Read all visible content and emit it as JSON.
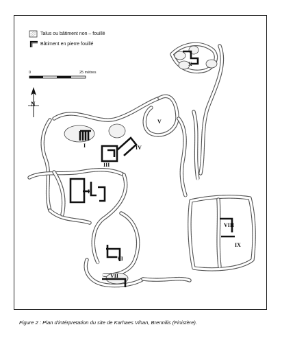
{
  "legend": {
    "items": [
      {
        "icon": "unexcavated-bank-icon",
        "label": "Talus ou bâtiment non – fouillé"
      },
      {
        "icon": "excavated-stone-building-icon",
        "label": "Bâtiment en pierre fouillé"
      }
    ]
  },
  "scale_bar": {
    "start_label": "0",
    "end_label": "25 mètres"
  },
  "north_arrow": {
    "label": "N"
  },
  "structures": [
    {
      "id": "I",
      "label": "I"
    },
    {
      "id": "II",
      "label": "II"
    },
    {
      "id": "III",
      "label": "III"
    },
    {
      "id": "IV",
      "label": "IV"
    },
    {
      "id": "V",
      "label": "V"
    },
    {
      "id": "VI",
      "label": "VI"
    },
    {
      "id": "VII",
      "label": "VII"
    },
    {
      "id": "VIII",
      "label": "VIII"
    },
    {
      "id": "IX",
      "label": "IX"
    },
    {
      "id": "X",
      "label": "X"
    }
  ],
  "caption": "Figure 2 : Plan d'intérpretation du site de Karhaes Vihan, Brennilis (Finistère).",
  "colors": {
    "ink": "#111111",
    "bank_fill": "#f2f2f2",
    "frame": "#222222"
  }
}
